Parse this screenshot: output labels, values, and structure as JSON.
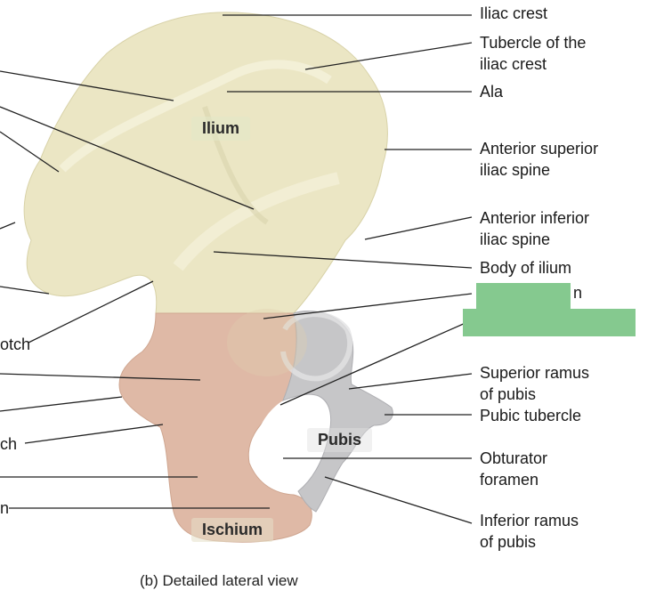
{
  "labels": {
    "iliac_crest": "Iliac crest",
    "tubercle_l1": "Tubercle of the",
    "tubercle_l2": "iliac crest",
    "ala": "Ala",
    "asis_l1": "Anterior superior",
    "asis_l2": "iliac spine",
    "aiis_l1": "Anterior inferior",
    "aiis_l2": "iliac spine",
    "body_of_ilium": "Body of ilium",
    "acetabulum_partial": "n",
    "sup_ramus_l1": "Superior ramus",
    "sup_ramus_l2": "of pubis",
    "pubic_tubercle": "Pubic tubercle",
    "obturator_l1": "Obturator",
    "obturator_l2": "foramen",
    "inf_ramus_l1": "Inferior ramus",
    "inf_ramus_l2": "of pubis",
    "left_otch": "otch",
    "left_ch": "ch",
    "left_n": "n"
  },
  "regions": {
    "ilium": "Ilium",
    "pubis": "Pubis",
    "ischium": "Ischium"
  },
  "caption": "(b) Detailed lateral view",
  "colors": {
    "ilium": "#ebe6c4",
    "ischium": "#dfb9a6",
    "pubis": "#c6c6c8",
    "cover": "#85c98f",
    "line": "#222222"
  }
}
